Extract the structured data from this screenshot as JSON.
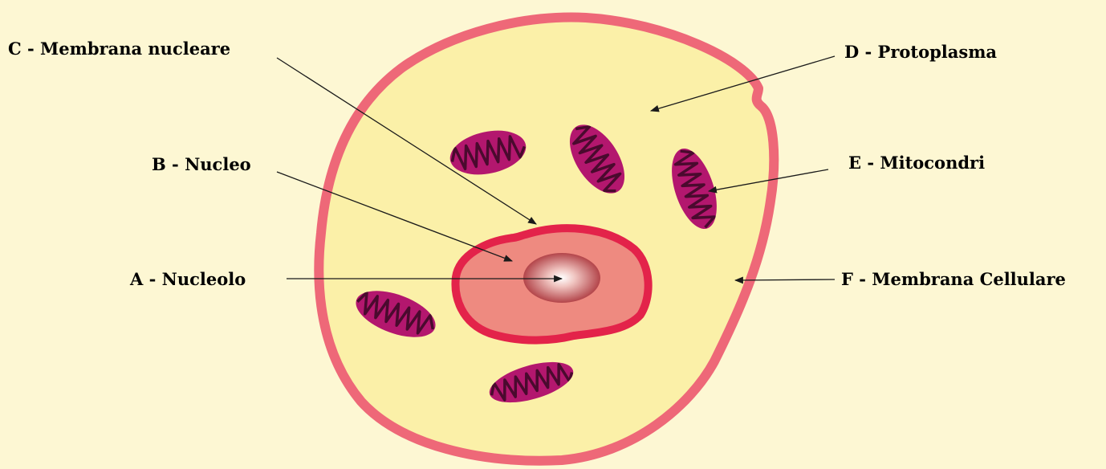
{
  "colors": {
    "background": "#fdf7d3",
    "cytoplasm": "#fbf0a8",
    "cell_membrane": "#ee6878",
    "nuclear_membrane": "#e3234a",
    "nucleus_fill": "#ee8a80",
    "nucleolus": "#b3454a",
    "mitochondrion": "#b3176e",
    "cristae": "#4a0a2e",
    "text": "#000000"
  },
  "labels": {
    "a": "A - Nucleolo",
    "b": "B - Nucleo",
    "c": "C - Membrana nucleare",
    "d": "D - Protoplasma",
    "e": "E - Mitocondri",
    "f": "F - Membrana Cellulare"
  }
}
